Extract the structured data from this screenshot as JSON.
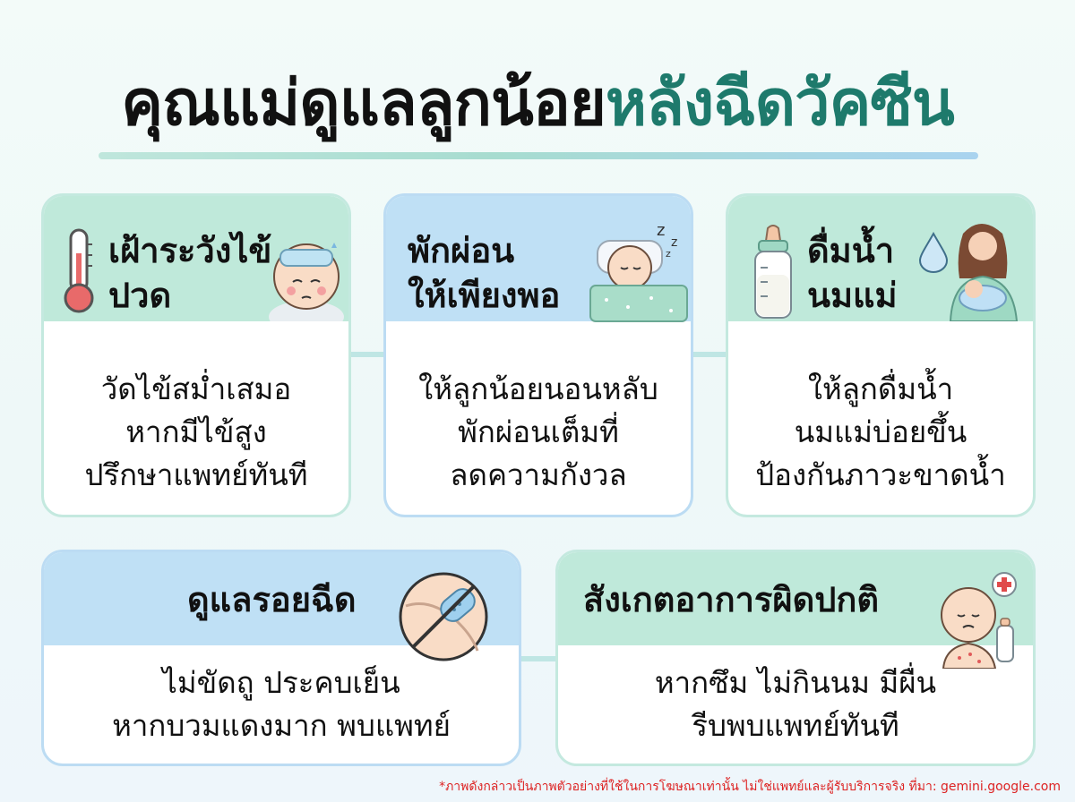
{
  "title": {
    "main": "คุณแม่ดูแลลูกน้อย",
    "accent": "หลังฉีดวัคซีน"
  },
  "cards": [
    {
      "title": "เฝ้าระวังไข้\nปวด",
      "body": "วัดไข้สม่ำเสมอ\nหากมีไข้สูง\nปรึกษาแพทย์ทันที",
      "icon": "thermometer-icon"
    },
    {
      "title": "พักผ่อน\nให้เพียงพอ",
      "body": "ให้ลูกน้อยนอนหลับ\nพักผ่อนเต็มที่\nลดความกังวล",
      "icon": "sleeping-baby-icon"
    },
    {
      "title": "ดื่มน้ำ\nนมแม่",
      "body": "ให้ลูกดื่มน้ำ\nนมแม่บ่อยขึ้น\nป้องกันภาวะขาดน้ำ",
      "icon": "baby-bottle-icon"
    },
    {
      "title": "ดูแลรอยฉีด",
      "body": "ไม่ขัดถู ประคบเย็น\nหากบวมแดงมาก พบแพทย์",
      "icon": "bandage-icon"
    },
    {
      "title": "สังเกตอาการผิดปกติ",
      "body": "หากซึม ไม่กินนม มีผื่น\nรีบพบแพทย์ทันที",
      "icon": "sick-baby-icon"
    }
  ],
  "footnote": "*ภาพดังกล่าวเป็นภาพตัวอย่างที่ใช้ในการโฆษณาเท่านั้น ไม่ใช่แพทย์และผู้รับบริการจริง ที่มา: gemini.google.com",
  "colors": {
    "accent": "#1e7a6c",
    "mint_header": "#bfe9da",
    "blue_header": "#bfe0f5",
    "footnote": "#dd2222"
  }
}
